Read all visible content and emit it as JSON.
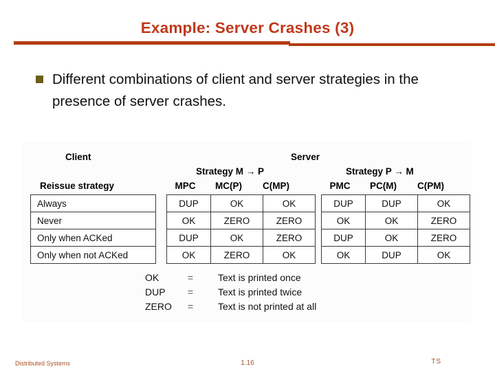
{
  "slide": {
    "title": "Example: Server Crashes (3)",
    "bullet": "Different combinations of client and server strategies in the presence of server crashes.",
    "accent_color": "#b23c13",
    "title_color": "#c0391b",
    "bullet_marker_color": "#6b6016",
    "footer_color": "#a6522a"
  },
  "figure": {
    "group_labels": {
      "client": "Client",
      "server": "Server",
      "strategy_mp": "Strategy M → P",
      "strategy_pm": "Strategy P → M",
      "reissue": "Reissue strategy"
    },
    "client_column_header": "Reissue strategy",
    "server_mp_headers": [
      "MPC",
      "MC(P)",
      "C(MP)"
    ],
    "server_pm_headers": [
      "PMC",
      "PC(M)",
      "C(PM)"
    ],
    "rows": [
      {
        "strategy": "Always",
        "mp": [
          "DUP",
          "OK",
          "OK"
        ],
        "pm": [
          "DUP",
          "DUP",
          "OK"
        ]
      },
      {
        "strategy": "Never",
        "mp": [
          "OK",
          "ZERO",
          "ZERO"
        ],
        "pm": [
          "OK",
          "OK",
          "ZERO"
        ]
      },
      {
        "strategy": "Only when ACKed",
        "mp": [
          "DUP",
          "OK",
          "ZERO"
        ],
        "pm": [
          "DUP",
          "OK",
          "ZERO"
        ]
      },
      {
        "strategy": "Only when not ACKed",
        "mp": [
          "OK",
          "ZERO",
          "OK"
        ],
        "pm": [
          "OK",
          "DUP",
          "OK"
        ]
      }
    ],
    "legend": [
      {
        "key": "OK",
        "eq": "=",
        "desc": "Text is printed once"
      },
      {
        "key": "DUP",
        "eq": "=",
        "desc": "Text is printed twice"
      },
      {
        "key": "ZERO",
        "eq": "=",
        "desc": "Text is not printed at all"
      }
    ]
  },
  "footer": {
    "left": "Distributed Systems",
    "page": "1.16",
    "right": "TS"
  }
}
